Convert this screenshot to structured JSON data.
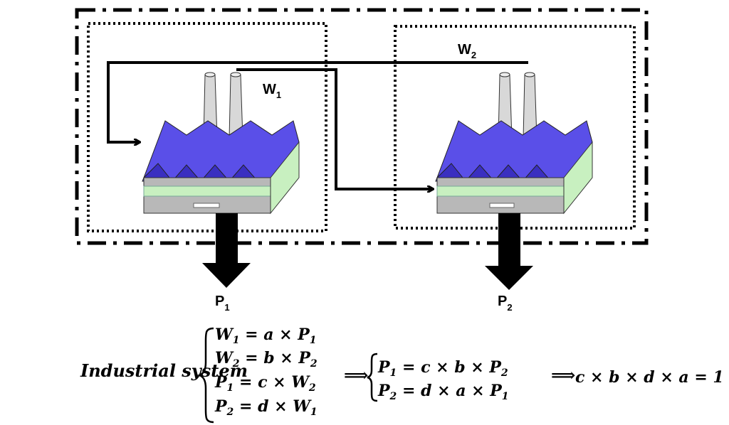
{
  "diagram": {
    "labels": {
      "w1": "W",
      "w1_sub": "1",
      "w2": "W",
      "w2_sub": "2",
      "p1": "P",
      "p1_sub": "1",
      "p2": "P",
      "p2_sub": "2"
    },
    "colors": {
      "roof": "#5a4fe8",
      "roof_dark": "#3a2fc0",
      "wall_green": "#c8f0c0",
      "wall_gray": "#b8b8b8",
      "line": "#000000"
    }
  },
  "equations": {
    "system_label": "Industrial system",
    "left": [
      {
        "lhs": "W",
        "lhs_sub": "1",
        "rhs": "a × P",
        "rhs_sub": "1"
      },
      {
        "lhs": "W",
        "lhs_sub": "2",
        "rhs": "b × P",
        "rhs_sub": "2"
      },
      {
        "lhs": "P",
        "lhs_sub": "1",
        "rhs": "c × W",
        "rhs_sub": "2"
      },
      {
        "lhs": "P",
        "lhs_sub": "2",
        "rhs": "d × W",
        "rhs_sub": "1"
      }
    ],
    "implies": "⟹",
    "middle": [
      {
        "lhs": "P",
        "lhs_sub": "1",
        "rhs": "c × b × P",
        "rhs_sub": "2"
      },
      {
        "lhs": "P",
        "lhs_sub": "2",
        "rhs": "d × a × P",
        "rhs_sub": "1"
      }
    ],
    "result": "c × b × d × a = 1"
  }
}
